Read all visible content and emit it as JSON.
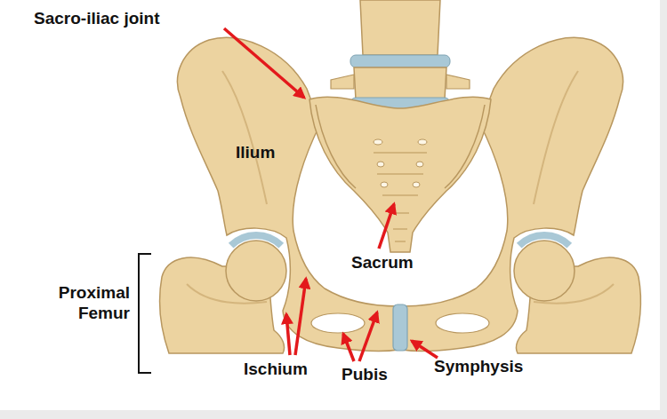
{
  "diagram": {
    "labels": [
      "Sacro-iliac joint",
      "Ilium",
      "Sacrum",
      "Proximal Femur",
      "Ischium",
      "Pubis",
      "Symphysis"
    ]
  }
}
